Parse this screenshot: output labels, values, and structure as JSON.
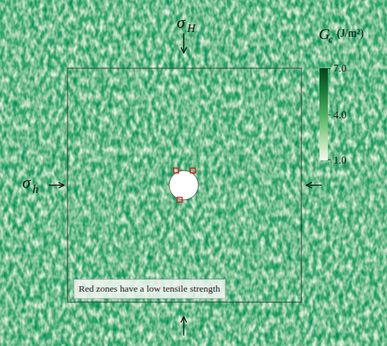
{
  "diagram": {
    "nodes": [
      {
        "text": [
          "Red zones have a low tensile strength"
        ]
      }
    ],
    "labels": [
      "σ",
      "H",
      "σ",
      "h",
      "G",
      "c",
      "(J/m²)",
      "7.0",
      "4.0",
      "1.0"
    ]
  }
}
